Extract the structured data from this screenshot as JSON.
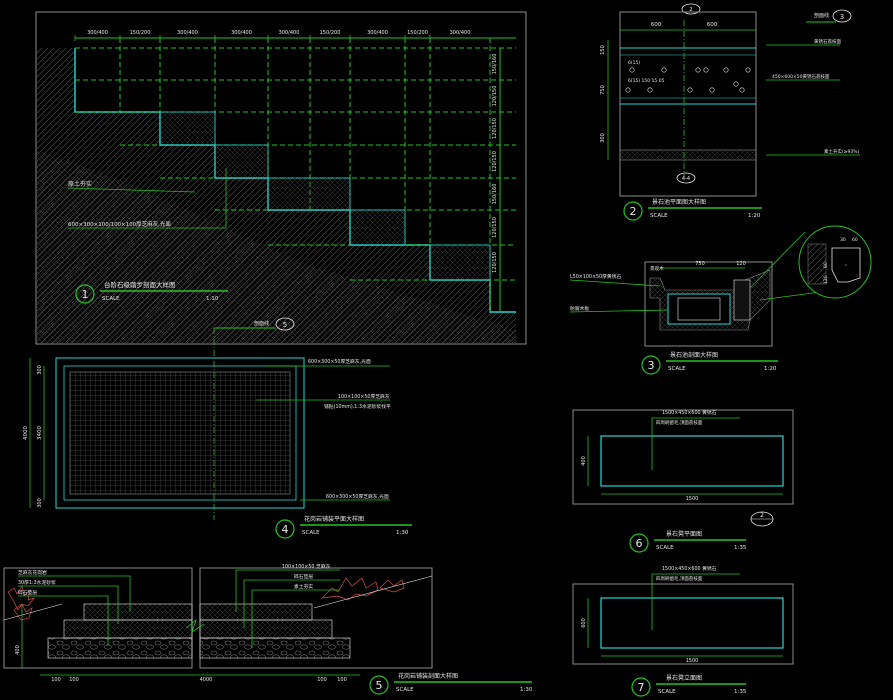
{
  "colors": {
    "background": "#000000",
    "green": "#22c41e",
    "cyan": "#25d6d6",
    "white": "#e8e8e8",
    "gray": "#8a8a8a",
    "red": "#d84848"
  },
  "detail1": {
    "number": "1",
    "dims_top": [
      "300/400",
      "150/200",
      "300/400",
      "300/400",
      "300/400",
      "150/200",
      "300/400",
      "150/200",
      "300/400"
    ],
    "dims_right": [
      "150/160",
      "120/150",
      "120/150",
      "120/150",
      "150/160",
      "120/150",
      "120/150"
    ],
    "label_a": "原土夯实",
    "label_b": "600×300×100/100×100厚芝麻灰,光面",
    "title": "台阶石级踏步剖面大样图",
    "scale": "SCALE",
    "scale_value": "1:10"
  },
  "detail2": {
    "number": "2",
    "top_tag": "2",
    "bottom_tag": "4-4",
    "dims_top": [
      "600",
      "600"
    ],
    "dims_left": [
      "150",
      "750",
      "300"
    ],
    "callout_num": "3",
    "callout_text": "剖面线",
    "notes": [
      "黄锈石荔枝面",
      "450×600×50黄锈石荔枝面",
      "素土夯实(≥93%)"
    ],
    "label_a": "6(15)",
    "label_b": "6(15) 150 15 05",
    "title": "景石池平面图大样图",
    "scale": "SCALE",
    "scale_value": "1:20"
  },
  "detail3": {
    "number": "3",
    "label_a": "L50×100×50厚黄锈石",
    "label_b": "防腐木板",
    "label_c": "景观木",
    "dims": [
      "750",
      "120"
    ],
    "detail_dims": [
      "30",
      "60",
      "80",
      "120"
    ],
    "title": "景石池剖面大样图",
    "scale": "SCALE",
    "scale_value": "1:20"
  },
  "detail4": {
    "number": "4",
    "callout_num": "5",
    "callout_text": "剖面线",
    "dims_left": [
      "4000",
      "3400",
      "300",
      "300"
    ],
    "notes": [
      "600×300×50厚芝麻灰,光面",
      "100×100×50厚芝麻灰",
      "铺贴(10mm),1:3水泥砂浆找平",
      "600×300×50厚芝麻灰,光面"
    ],
    "title": "花岗岩铺装平面大样图",
    "scale": "SCALE",
    "scale_value": "1:30"
  },
  "detail5": {
    "number": "5",
    "notes_left": [
      "芝麻灰花岗岩",
      "30厚1:3水泥砂浆",
      "碎石垫层"
    ],
    "notes_right": [
      "100×100×50 芝麻灰",
      "碎石垫层",
      "素土夯实"
    ],
    "dims_bottom": [
      "100",
      "100",
      "4000",
      "100",
      "100"
    ],
    "dims_left": [
      "400"
    ],
    "title": "花岗岩铺装剖面大样图",
    "scale": "SCALE",
    "scale_value": "1:30"
  },
  "detail6": {
    "number": "6",
    "note_a": "1500×450×600 黄锈石",
    "note_b": "四周刷凿毛,顶面荔枝面",
    "dim_left": "400",
    "dim_bottom": "1500",
    "marker": "2",
    "title": "景石凳平面图",
    "scale": "SCALE",
    "scale_value": "1:35"
  },
  "detail7": {
    "number": "7",
    "note_a": "1500×450×600 黄锈石",
    "note_b": "四周刷凿毛,顶面荔枝面",
    "dim_left": "600",
    "dim_bottom": "1500",
    "title": "景石凳立面图",
    "scale": "SCALE",
    "scale_value": "1:35"
  }
}
